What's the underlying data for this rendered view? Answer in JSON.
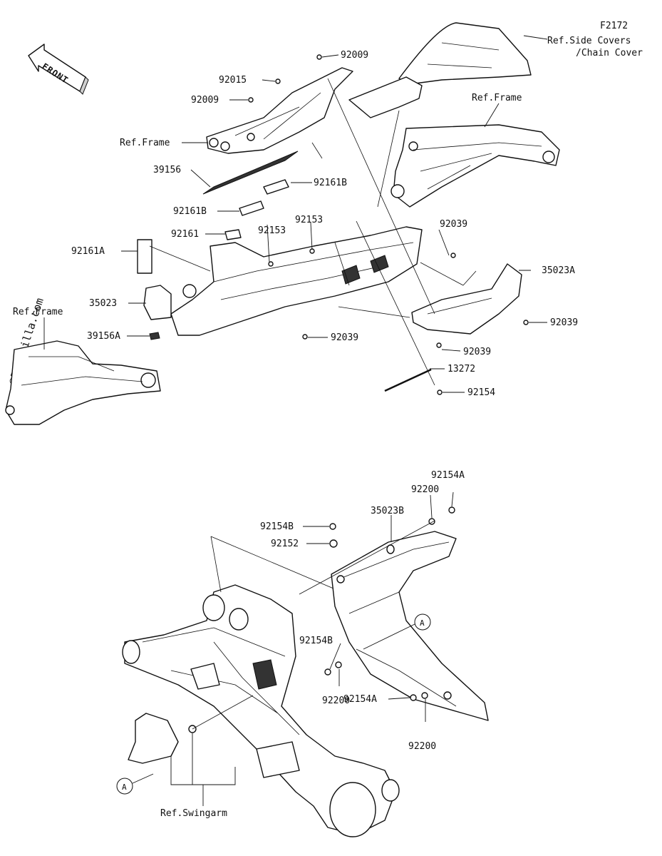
{
  "diagram_code": "F2172",
  "front_label": "FRONT",
  "watermark": "©Partzilla.com",
  "labels": {
    "ref_side_covers_1": "Ref.Side Covers",
    "ref_side_covers_2": "/Chain Cover",
    "ref_frame_right": "Ref.Frame",
    "ref_frame_left_upper": "Ref.Frame",
    "ref_frame_left_lower": "Ref.Frame",
    "ref_swingarm": "Ref.Swingarm",
    "p92009_top": "92009",
    "p92015": "92015",
    "p92009_left": "92009",
    "p39156": "39156",
    "p92161B_right": "92161B",
    "p92161B_left": "92161B",
    "p92161": "92161",
    "p92153_left": "92153",
    "p92153_right": "92153",
    "p92161A": "92161A",
    "p92039_top": "92039",
    "p35023A": "35023A",
    "p35023": "35023",
    "p92039_right": "92039",
    "p39156A": "39156A",
    "p92039_bottom": "92039",
    "p92039_mid": "92039",
    "p13272": "13272",
    "p92154": "92154",
    "p92154A_top": "92154A",
    "p92200_top": "92200",
    "p35023B": "35023B",
    "p92154B_top": "92154B",
    "p92152": "92152",
    "callout_a_right": "A",
    "p92154B_mid": "92154B",
    "p92200_mid": "92200",
    "p92154A_bottom": "92154A",
    "p92200_bottom": "92200",
    "callout_a_left": "A"
  }
}
